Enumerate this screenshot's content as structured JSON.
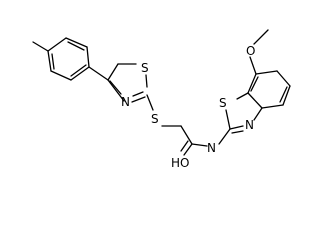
{
  "structure": {
    "atoms": [
      {
        "id": "sulfur-thiazole",
        "label": "S"
      },
      {
        "id": "nitrogen-thiazole",
        "label": "N"
      },
      {
        "id": "sulfur-thioether",
        "label": "S"
      },
      {
        "id": "carbonyl-oxygen",
        "label": "HO"
      },
      {
        "id": "amide-nitrogen",
        "label": "N"
      },
      {
        "id": "sulfur-benzothiazole",
        "label": "S"
      },
      {
        "id": "nitrogen-benzothiazole",
        "label": "N"
      },
      {
        "id": "methoxy-oxygen",
        "label": "O"
      }
    ]
  }
}
